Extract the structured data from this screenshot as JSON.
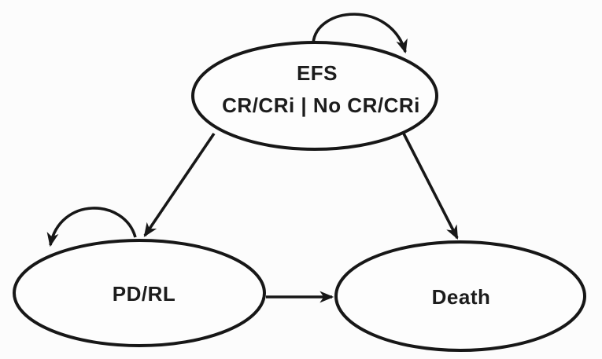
{
  "diagram": {
    "kind": "state-transition-diagram",
    "colors": {
      "stroke": "#171717",
      "text": "#1c1c1c",
      "background": "#fcfcfc",
      "node_fill": "#fdfdfd"
    },
    "nodes": {
      "efs": {
        "label": "EFS",
        "sublabel": "CR/CRi | No CR/CRi"
      },
      "pdrl": {
        "label": "PD/RL"
      },
      "death": {
        "label": "Death"
      }
    },
    "edges": [
      {
        "from": "EFS",
        "to": "EFS",
        "shape": "self-loop"
      },
      {
        "from": "EFS",
        "to": "PD/RL",
        "shape": "straight-arrow"
      },
      {
        "from": "EFS",
        "to": "Death",
        "shape": "straight-arrow"
      },
      {
        "from": "PD/RL",
        "to": "PD/RL",
        "shape": "self-loop"
      },
      {
        "from": "PD/RL",
        "to": "Death",
        "shape": "straight-arrow"
      }
    ]
  }
}
